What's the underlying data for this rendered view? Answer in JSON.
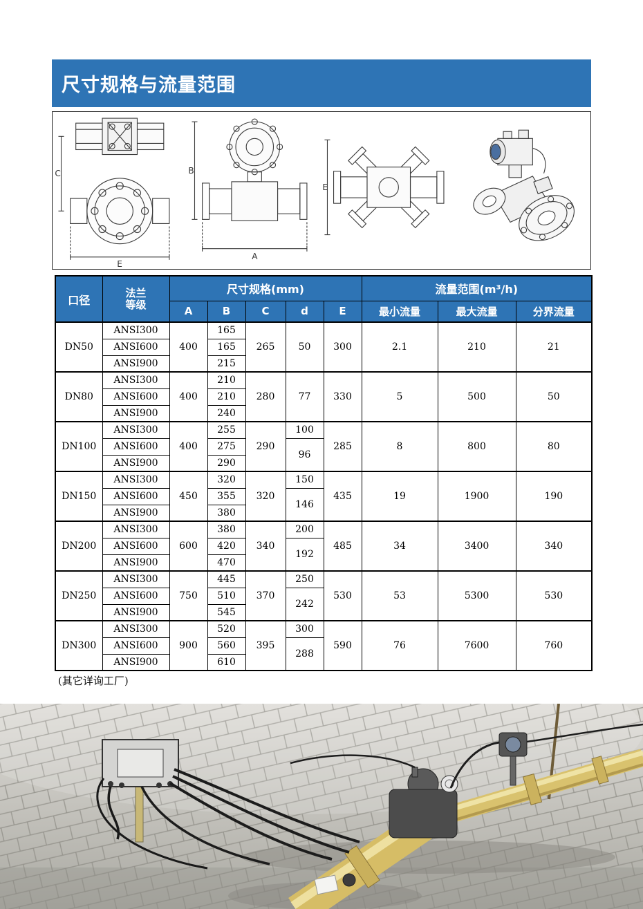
{
  "page": {
    "title": "尺寸规格与流量范围",
    "note": "(其它详询工厂)"
  },
  "colors": {
    "header_blue": "#2E74B5",
    "table_border": "#000000",
    "pipe_yellow": "#d9c26e"
  },
  "drawings": {
    "view1": {
      "dims": [
        "C",
        "E"
      ]
    },
    "view2": {
      "dims": [
        "B",
        "A"
      ]
    },
    "view3": {
      "dims": [
        "E"
      ]
    }
  },
  "table": {
    "headers": {
      "diameter": "口径",
      "flange_line1": "法兰",
      "flange_line2": "等级",
      "dimensions": "尺寸规格(mm)",
      "flow_range": "流量范围(m³/h)",
      "dim_cols": [
        "A",
        "B",
        "C",
        "d",
        "E"
      ],
      "flow_cols": [
        "最小流量",
        "最大流量",
        "分界流量"
      ]
    },
    "rows": [
      {
        "dn": "DN50",
        "flanges": [
          "ANSI300",
          "ANSI600",
          "ANSI900"
        ],
        "A": "400",
        "B": [
          "165",
          "165",
          "215"
        ],
        "C": "265",
        "d": [
          "50"
        ],
        "E": "300",
        "min": "2.1",
        "max": "210",
        "boundary": "21"
      },
      {
        "dn": "DN80",
        "flanges": [
          "ANSI300",
          "ANSI600",
          "ANSI900"
        ],
        "A": "400",
        "B": [
          "210",
          "210",
          "240"
        ],
        "C": "280",
        "d": [
          "77"
        ],
        "E": "330",
        "min": "5",
        "max": "500",
        "boundary": "50"
      },
      {
        "dn": "DN100",
        "flanges": [
          "ANSI300",
          "ANSI600",
          "ANSI900"
        ],
        "A": "400",
        "B": [
          "255",
          "275",
          "290"
        ],
        "C": "290",
        "d": [
          "100",
          "96"
        ],
        "E": "285",
        "min": "8",
        "max": "800",
        "boundary": "80"
      },
      {
        "dn": "DN150",
        "flanges": [
          "ANSI300",
          "ANSI600",
          "ANSI900"
        ],
        "A": "450",
        "B": [
          "320",
          "355",
          "380"
        ],
        "C": "320",
        "d": [
          "150",
          "146"
        ],
        "E": "435",
        "min": "19",
        "max": "1900",
        "boundary": "190"
      },
      {
        "dn": "DN200",
        "flanges": [
          "ANSI300",
          "ANSI600",
          "ANSI900"
        ],
        "A": "600",
        "B": [
          "380",
          "420",
          "470"
        ],
        "C": "340",
        "d": [
          "200",
          "192"
        ],
        "E": "485",
        "min": "34",
        "max": "3400",
        "boundary": "340"
      },
      {
        "dn": "DN250",
        "flanges": [
          "ANSI300",
          "ANSI600",
          "ANSI900"
        ],
        "A": "750",
        "B": [
          "445",
          "510",
          "545"
        ],
        "C": "370",
        "d": [
          "250",
          "242"
        ],
        "E": "530",
        "min": "53",
        "max": "5300",
        "boundary": "530"
      },
      {
        "dn": "DN300",
        "flanges": [
          "ANSI300",
          "ANSI600",
          "ANSI900"
        ],
        "A": "900",
        "B": [
          "520",
          "560",
          "610"
        ],
        "C": "395",
        "d": [
          "300",
          "288"
        ],
        "E": "590",
        "min": "76",
        "max": "7600",
        "boundary": "760"
      }
    ]
  }
}
